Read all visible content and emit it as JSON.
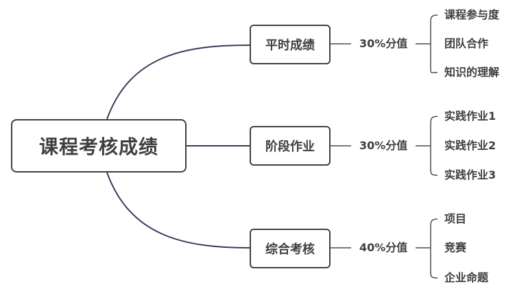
{
  "root": {
    "label": "课程考核成绩"
  },
  "branches": [
    {
      "label": "平时成绩",
      "weight": "30%分值",
      "items": [
        "课程参与度",
        "团队合作",
        "知识的理解"
      ]
    },
    {
      "label": "阶段作业",
      "weight": "30%分值",
      "items": [
        "实践作业1",
        "实践作业2",
        "实践作业3"
      ]
    },
    {
      "label": "综合考核",
      "weight": "40%分值",
      "items": [
        "项目",
        "竞赛",
        "企业命题"
      ]
    }
  ],
  "colors": {
    "root_line": "#3a3a5c",
    "line": "#4b4b4b",
    "text": "#3f3f3f",
    "background": "#ffffff"
  }
}
